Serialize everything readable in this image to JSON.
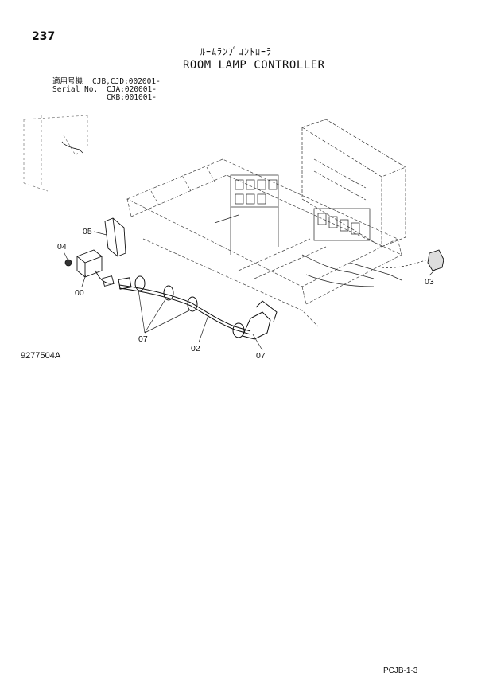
{
  "page_number": "237",
  "title_jp": "ﾙｰﾑﾗﾝﾌﾟｺﾝﾄﾛｰﾗ",
  "title_en": "ROOM LAMP CONTROLLER",
  "serial": {
    "label_jp": "適用号機",
    "label_en": "Serial No.",
    "values": [
      "CJB,CJD:002001-",
      "CJA:020001-",
      "CKB:001001-"
    ]
  },
  "parts": {
    "p00": "00",
    "p02": "02",
    "p03": "03",
    "p04": "04",
    "p05": "05",
    "p07a": "07",
    "p07b": "07"
  },
  "figure_number": "9277504A",
  "footer_code": "PCJB-1-3"
}
